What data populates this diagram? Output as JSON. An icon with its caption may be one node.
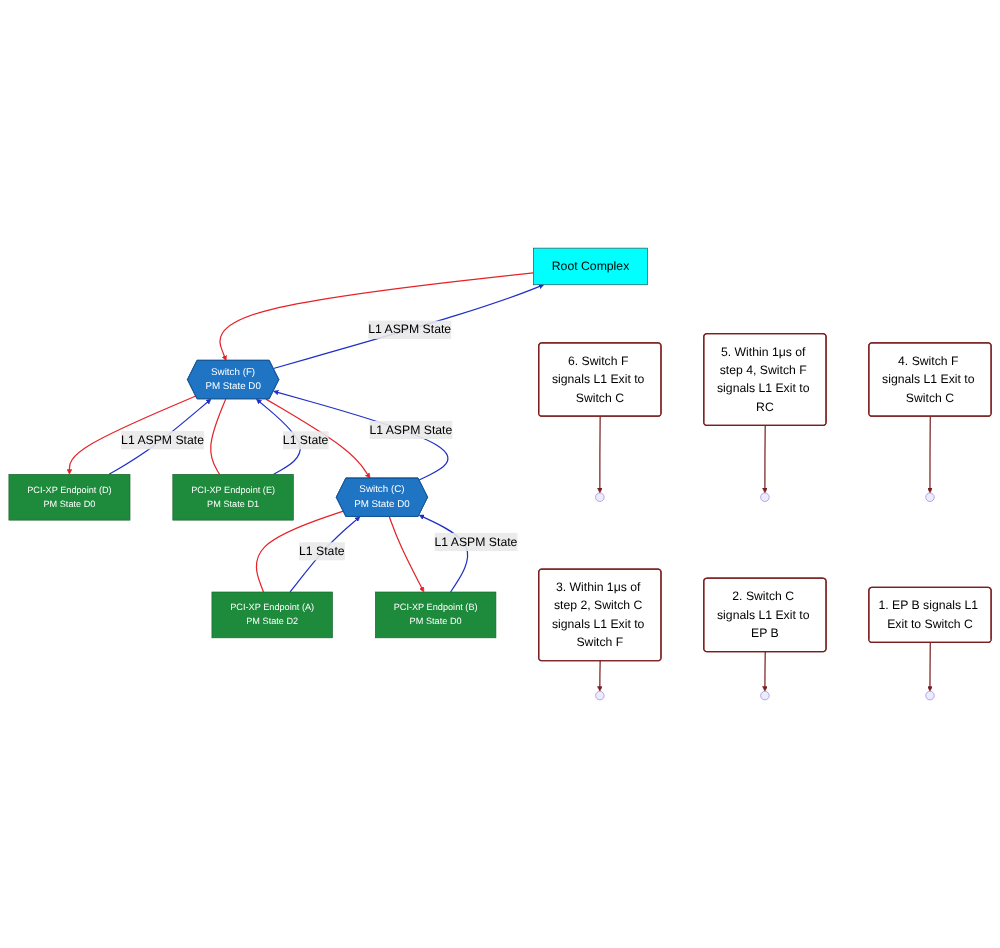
{
  "diagram": {
    "nodes": [
      {
        "text": [
          "Root Complex"
        ]
      },
      {
        "text": [
          "Switch (F)",
          "PM State D0"
        ]
      },
      {
        "text": [
          "PCI-XP Endpoint (D)",
          "PM State D0"
        ]
      },
      {
        "text": [
          "PCI-XP Endpoint (E)",
          "PM State D1"
        ]
      },
      {
        "text": [
          "Switch (C)",
          "PM State D0"
        ]
      },
      {
        "text": [
          "PCI-XP Endpoint (A)",
          "PM State D2"
        ]
      },
      {
        "text": [
          "PCI-XP Endpoint (B)",
          "PM State D0"
        ]
      },
      {
        "text": [
          "6. Switch F signals L1 Exit to Switch C"
        ]
      },
      {
        "text": [
          "5. Within 1μs of step 4, Switch F signals L1 Exit to RC"
        ]
      },
      {
        "text": [
          "4. Switch F signals L1 Exit to Switch C"
        ]
      },
      {
        "text": [
          "3. Within 1μs of step 2, Switch C signals L1 Exit to Switch F"
        ]
      },
      {
        "text": [
          "2. Switch C signals L1 Exit to EP B"
        ]
      },
      {
        "text": [
          "1. EP B signals L1 Exit to Switch C"
        ]
      }
    ],
    "edges": [
      {
        "from": 0,
        "to": 1,
        "arrow": "to",
        "color": "#e52228"
      },
      {
        "from": 1,
        "to": 0,
        "arrow": "to",
        "label": "L1 ASPM State",
        "color": "#1f2fc8"
      },
      {
        "from": 1,
        "to": 2,
        "arrow": "to",
        "color": "#e52228"
      },
      {
        "from": 2,
        "to": 1,
        "arrow": "to",
        "label": "L1 ASPM State",
        "color": "#1f2fc8"
      },
      {
        "from": 1,
        "to": 3,
        "arrow": "none",
        "color": "#e52228"
      },
      {
        "from": 3,
        "to": 1,
        "arrow": "to",
        "label": "L1 State",
        "color": "#1f2fc8"
      },
      {
        "from": 1,
        "to": 4,
        "arrow": "to",
        "color": "#e52228"
      },
      {
        "from": 4,
        "to": 1,
        "arrow": "to",
        "label": "L1 ASPM State",
        "color": "#1f2fc8"
      },
      {
        "from": 4,
        "to": 5,
        "arrow": "none",
        "color": "#e52228"
      },
      {
        "from": 5,
        "to": 4,
        "arrow": "to",
        "label": "L1 State",
        "color": "#1f2fc8"
      },
      {
        "from": 4,
        "to": 6,
        "arrow": "to",
        "color": "#e52228"
      },
      {
        "from": 6,
        "to": 4,
        "arrow": "to",
        "label": "L1 ASPM State",
        "color": "#1f2fc8"
      },
      {
        "from": 7,
        "to": null,
        "arrow": "to",
        "color": "#7a1f1f"
      },
      {
        "from": 8,
        "to": null,
        "arrow": "to",
        "color": "#7a1f1f"
      },
      {
        "from": 9,
        "to": null,
        "arrow": "to",
        "color": "#7a1f1f"
      },
      {
        "from": 10,
        "to": null,
        "arrow": "to",
        "color": "#7a1f1f"
      },
      {
        "from": 11,
        "to": null,
        "arrow": "to",
        "color": "#7a1f1f"
      },
      {
        "from": 12,
        "to": null,
        "arrow": "to",
        "color": "#7a1f1f"
      }
    ]
  }
}
